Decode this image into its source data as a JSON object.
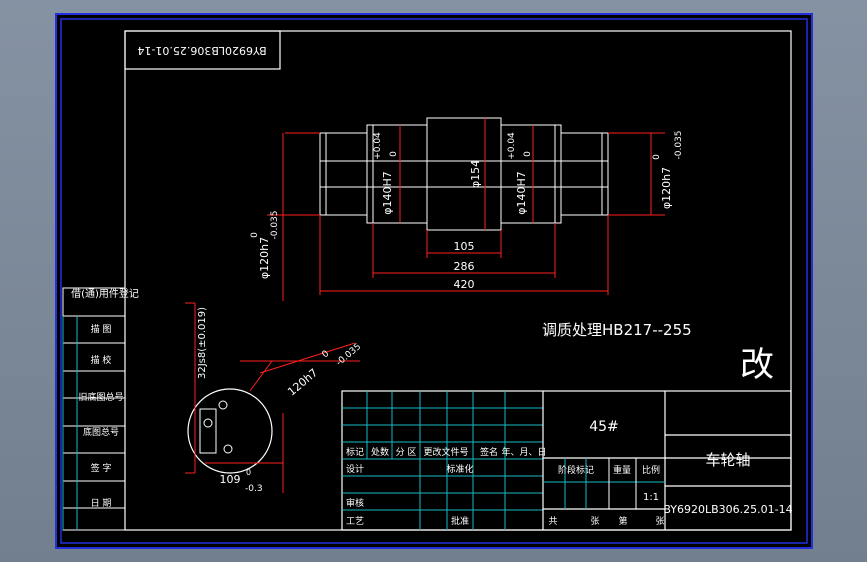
{
  "drawing": {
    "title_code_rotated": "BY6920LB306.25.01-14",
    "revision_mark": "改",
    "heat_treatment": "调质处理HB217--255",
    "material": "45#",
    "part_name": "车轮轴",
    "drawing_number": "BY6920LB306.25.01-14",
    "scale": "1:1"
  },
  "dimensions": {
    "left_end_dia": "φ120h7",
    "left_end_tol_upper": "0",
    "left_end_tol_lower": "-0.035",
    "bearing_left_dia": "φ140H7",
    "bearing_left_tol_upper": "+0.04",
    "bearing_left_tol_lower": "0",
    "center_dia": "φ154",
    "bearing_right_dia": "φ140H7",
    "bearing_right_tol_upper": "+0.04",
    "bearing_right_tol_lower": "0",
    "right_end_dia": "φ120h7",
    "right_end_tol_upper": "0",
    "right_end_tol_lower": "-0.035",
    "len_105": "105",
    "len_286": "286",
    "len_420": "420",
    "section_key": "32Js8(±0.019)",
    "section_dia": "120h7",
    "section_dia_tol_upper": "0",
    "section_dia_tol_lower": "-0.035",
    "section_depth": "109",
    "section_depth_tol_upper": "0",
    "section_depth_tol_lower": "-0.3"
  },
  "left_panel": {
    "title": "借(通)用件登记",
    "rows": [
      "描  图",
      "描  校",
      "旧底图总号",
      "底图总号",
      "签  字",
      "日  期"
    ]
  },
  "title_block": {
    "rev_headers": [
      "标记",
      "处数",
      "分 区",
      "更改文件号",
      "签名",
      "年、月、日"
    ],
    "designer": "设计",
    "standardization": "标准化",
    "reviewer": "审核",
    "process": "工艺",
    "approver": "批准",
    "stage_header": "阶段标记",
    "weight_header": "重量",
    "scale_header": "比例",
    "total_label": "共",
    "sheet_label": "张",
    "page_label": "第",
    "sheet_label2": "张"
  },
  "colors": {
    "background": "#000000",
    "frame": "#ffffff",
    "border_blue": "#1e2ad8",
    "table_cyan": "#19b8c8",
    "dimension_red": "#ff2020"
  }
}
